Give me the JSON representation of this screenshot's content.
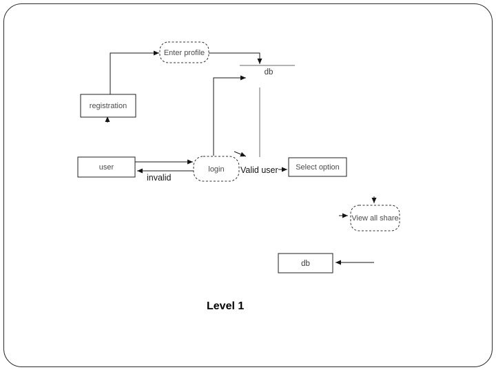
{
  "diagram": {
    "title": "Level 1",
    "nodes": {
      "enter_profile": {
        "label": "Enter profile"
      },
      "registration": {
        "label": "registration"
      },
      "user": {
        "label": "user"
      },
      "login": {
        "label": "login"
      },
      "select_option": {
        "label": "Select option"
      },
      "view_all_share": {
        "label": "View all share"
      },
      "db_store_top": {
        "label": "db"
      },
      "db_store_bottom": {
        "label": "db"
      }
    },
    "edge_labels": {
      "invalid": "invalid",
      "valid_user": "Valid user"
    },
    "colors": {
      "line": "#141414",
      "store_line": "#9a9a9a",
      "node_text": "#4a4a4a",
      "background": "#ffffff"
    }
  }
}
